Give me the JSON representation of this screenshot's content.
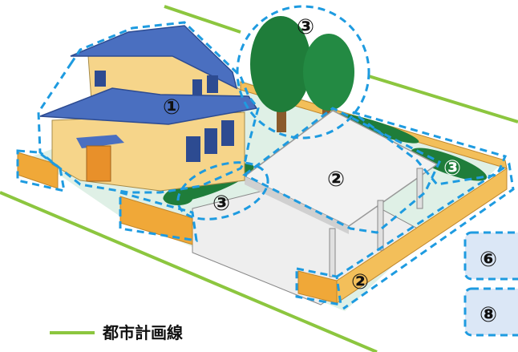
{
  "markers": {
    "house": "①",
    "carport_roof": "②",
    "carport_side": "②",
    "tree": "③",
    "hedge_front": "③",
    "hedge_right": "③"
  },
  "side_boxes": [
    "⑥",
    "⑧"
  ],
  "legend": {
    "label": "都市計画線",
    "line_color": "#8cc63f"
  },
  "colors": {
    "dashed_outline": "#1e9be0",
    "roof": "#4a6fc0",
    "wall": "#f6d58a",
    "wall_base": "#f0a838",
    "ground": "#d9efe4",
    "tree": "#1f7d3a",
    "trunk": "#8a5a2b",
    "box_fill": "#dbe7f6"
  }
}
